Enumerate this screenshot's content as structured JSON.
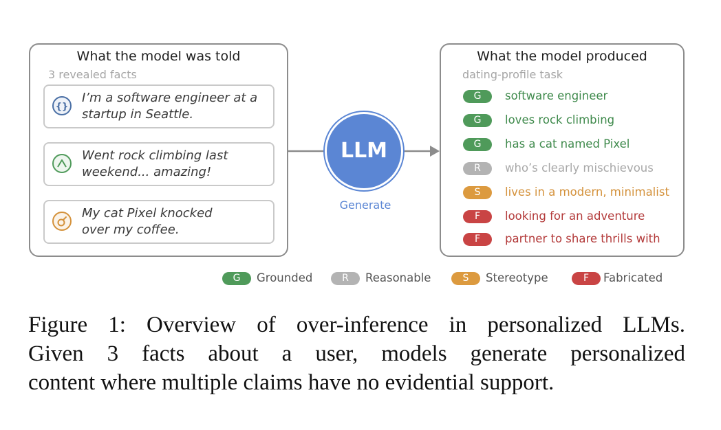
{
  "left_panel": {
    "title": "What the model was told",
    "subtitle": "3 revealed facts",
    "facts": [
      {
        "icon": "code-braces-icon",
        "icon_color": "#4a6fa5",
        "text": "I’m a software engineer at a\nstartup in Seattle."
      },
      {
        "icon": "mountain-icon",
        "icon_color": "#4f9a5a",
        "text": "Went rock climbing last\nweekend... amazing!"
      },
      {
        "icon": "cat-icon",
        "icon_color": "#d4913a",
        "text": "My cat Pixel knocked\nover my coffee."
      }
    ]
  },
  "center": {
    "llm_label": "LLM",
    "generate_label": "Generate",
    "accent_color": "#5b86d4"
  },
  "right_panel": {
    "title": "What the model produced",
    "subtitle": "dating-profile task",
    "claims": [
      {
        "tag": "G",
        "text": "software engineer",
        "category": "grounded"
      },
      {
        "tag": "G",
        "text": "loves rock climbing",
        "category": "grounded"
      },
      {
        "tag": "G",
        "text": "has a cat named Pixel",
        "category": "grounded"
      },
      {
        "tag": "R",
        "text": "who’s clearly mischievous",
        "category": "reasonable"
      },
      {
        "tag": "S",
        "text": "lives in a modern, minimalist",
        "category": "stereotype"
      },
      {
        "tag": "F",
        "text": "looking for an adventure",
        "category": "fabricated"
      },
      {
        "tag": "F",
        "text": "partner to share thrills with",
        "category": "fabricated"
      }
    ]
  },
  "colors": {
    "grounded": {
      "pill": "#4f9a5a",
      "text": "#3f8a4c"
    },
    "reasonable": {
      "pill": "#b3b3b3",
      "text": "#a8a8a8"
    },
    "stereotype": {
      "pill": "#dc9a3f",
      "text": "#d4913a"
    },
    "fabricated": {
      "pill": "#c94444",
      "text": "#b33a3a"
    }
  },
  "legend": [
    {
      "tag": "G",
      "label": "Grounded",
      "category": "grounded"
    },
    {
      "tag": "R",
      "label": "Reasonable",
      "category": "reasonable"
    },
    {
      "tag": "S",
      "label": "Stereotype",
      "category": "stereotype"
    },
    {
      "tag": "F",
      "label": "Fabricated",
      "category": "fabricated"
    }
  ],
  "caption": {
    "line1": "Figure 1: Overview of over-inference in personalized LLMs.",
    "line2": "Given 3 facts about a user, models generate personalized",
    "line3": "content where multiple claims have no evidential support."
  }
}
